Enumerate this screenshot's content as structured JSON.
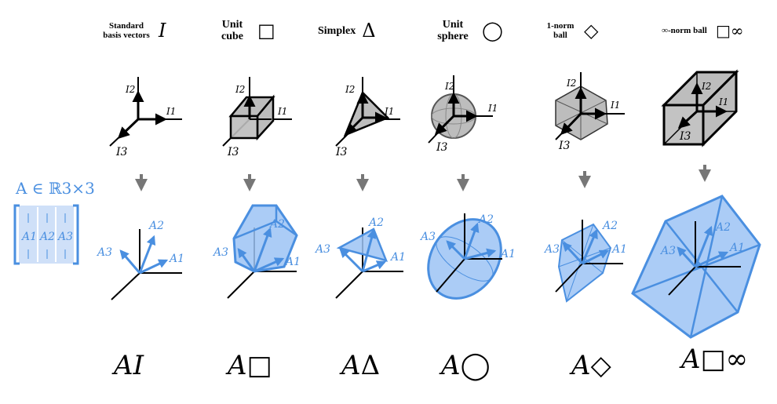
{
  "colors": {
    "blue": "#4a8fe0",
    "blue_fill": "#9cc3f5",
    "gray_fill": "#bdbdbd",
    "arrow": "#777777"
  },
  "columns": [
    {
      "id": "standard",
      "title": "Standard basis vectors",
      "symbol": "I",
      "result_prefix": "A",
      "result_symbol": "I"
    },
    {
      "id": "cube",
      "title": "Unit cube",
      "symbol": "□",
      "result_prefix": "A",
      "result_symbol": "□"
    },
    {
      "id": "simplex",
      "title": "Simplex",
      "symbol": "Δ",
      "result_prefix": "A",
      "result_symbol": "Δ"
    },
    {
      "id": "sphere",
      "title": "Unit sphere",
      "symbol": "◯",
      "result_prefix": "A",
      "result_symbol": "◯"
    },
    {
      "id": "onenorm",
      "title": "1-norm ball",
      "symbol": "◇",
      "result_prefix": "A",
      "result_symbol": "◇"
    },
    {
      "id": "infnorm",
      "title": "∞-norm ball",
      "symbol": "□∞",
      "result_prefix": "A",
      "result_symbol": "□∞"
    }
  ],
  "matrix": {
    "label": "A ∈ ℝ3×3",
    "columns": [
      "A1",
      "A2",
      "A3"
    ]
  },
  "vector_labels": {
    "in": [
      "I1",
      "I2",
      "I3"
    ],
    "out": [
      "A1",
      "A2",
      "A3"
    ]
  }
}
